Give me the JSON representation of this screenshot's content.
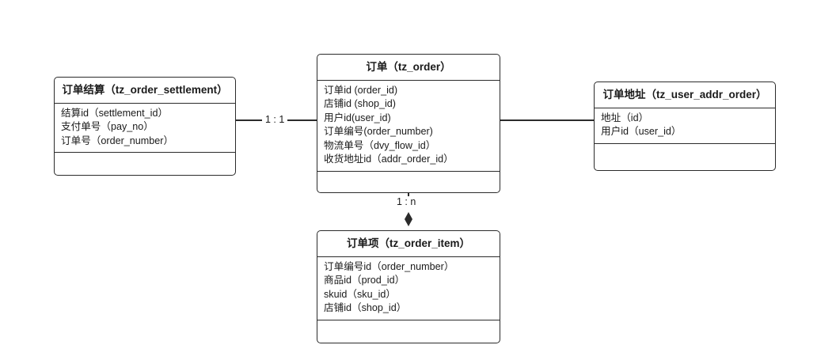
{
  "diagram": {
    "type": "er-diagram",
    "background_color": "#ffffff",
    "line_color": "#2b2b2b",
    "text_color": "#1a1a1a",
    "entities": [
      {
        "id": "tz_order",
        "title": "订单（tz_order）",
        "cn_name": "订单",
        "table_name": "tz_order",
        "attributes": [
          "订单id (order_id)",
          "店铺id (shop_id)",
          "用户id(user_id)",
          "订单编号(order_number)",
          "物流单号（dvy_flow_id）",
          "收货地址id（addr_order_id）"
        ]
      },
      {
        "id": "tz_order_settlement",
        "title": "订单结算（tz_order_settlement）",
        "cn_name": "订单结算",
        "table_name": "tz_order_settlement",
        "attributes": [
          "结算id（settlement_id）",
          "支付单号（pay_no）",
          "订单号（order_number）"
        ]
      },
      {
        "id": "tz_user_addr_order",
        "title": "订单地址（tz_user_addr_order）",
        "cn_name": "订单地址",
        "table_name": "tz_user_addr_order",
        "attributes": [
          "地址（id）",
          "用户id（user_id）"
        ]
      },
      {
        "id": "tz_order_item",
        "title": "订单项（tz_order_item）",
        "cn_name": "订单项",
        "table_name": "tz_order_item",
        "attributes": [
          "订单编号id（order_number）",
          "商品id（prod_id）",
          "skuid（sku_id）",
          "店铺id（shop_id）"
        ]
      }
    ],
    "relationships": [
      {
        "id": "settlement-order",
        "from": "tz_order_settlement",
        "to": "tz_order",
        "label": "1 : 1",
        "marker": "none"
      },
      {
        "id": "order-addr",
        "from": "tz_order",
        "to": "tz_user_addr_order",
        "label": "",
        "marker": "none"
      },
      {
        "id": "order-item",
        "from": "tz_order",
        "to": "tz_order_item",
        "label": "1 : n",
        "marker": "filled-diamond"
      }
    ]
  }
}
